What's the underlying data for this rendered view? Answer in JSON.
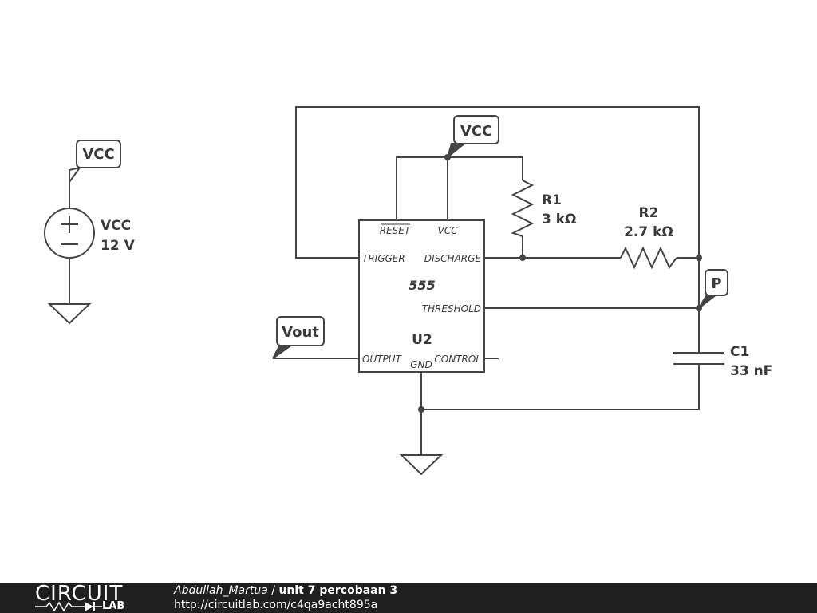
{
  "schematic": {
    "source": {
      "tag": "VCC",
      "name": "VCC",
      "value": "12 V",
      "plus": "+",
      "minus": "−"
    },
    "vcc_tag": "VCC",
    "chip": {
      "type": "555",
      "ref": "U2",
      "pins": {
        "reset": "RESET",
        "vcc": "VCC",
        "trigger": "TRIGGER",
        "discharge": "DISCHARGE",
        "threshold": "THRESHOLD",
        "output": "OUTPUT",
        "gnd": "GND",
        "control": "CONTROL"
      }
    },
    "r1": {
      "name": "R1",
      "value": "3 kΩ"
    },
    "r2": {
      "name": "R2",
      "value": "2.7 kΩ"
    },
    "c1": {
      "name": "C1",
      "value": "33 nF"
    },
    "probe_p": "P",
    "probe_vout": "Vout",
    "colors": {
      "wire": "#444444",
      "text": "#3a3a3a",
      "footer_bg": "#1f1f1f"
    }
  },
  "footer": {
    "logo_top": "CIRCUIT",
    "logo_bottom": "LAB",
    "author": "Abdullah_Martua",
    "separator": " / ",
    "title": "unit 7 percobaan 3",
    "url": "http://circuitlab.com/c4qa9acht895a"
  }
}
